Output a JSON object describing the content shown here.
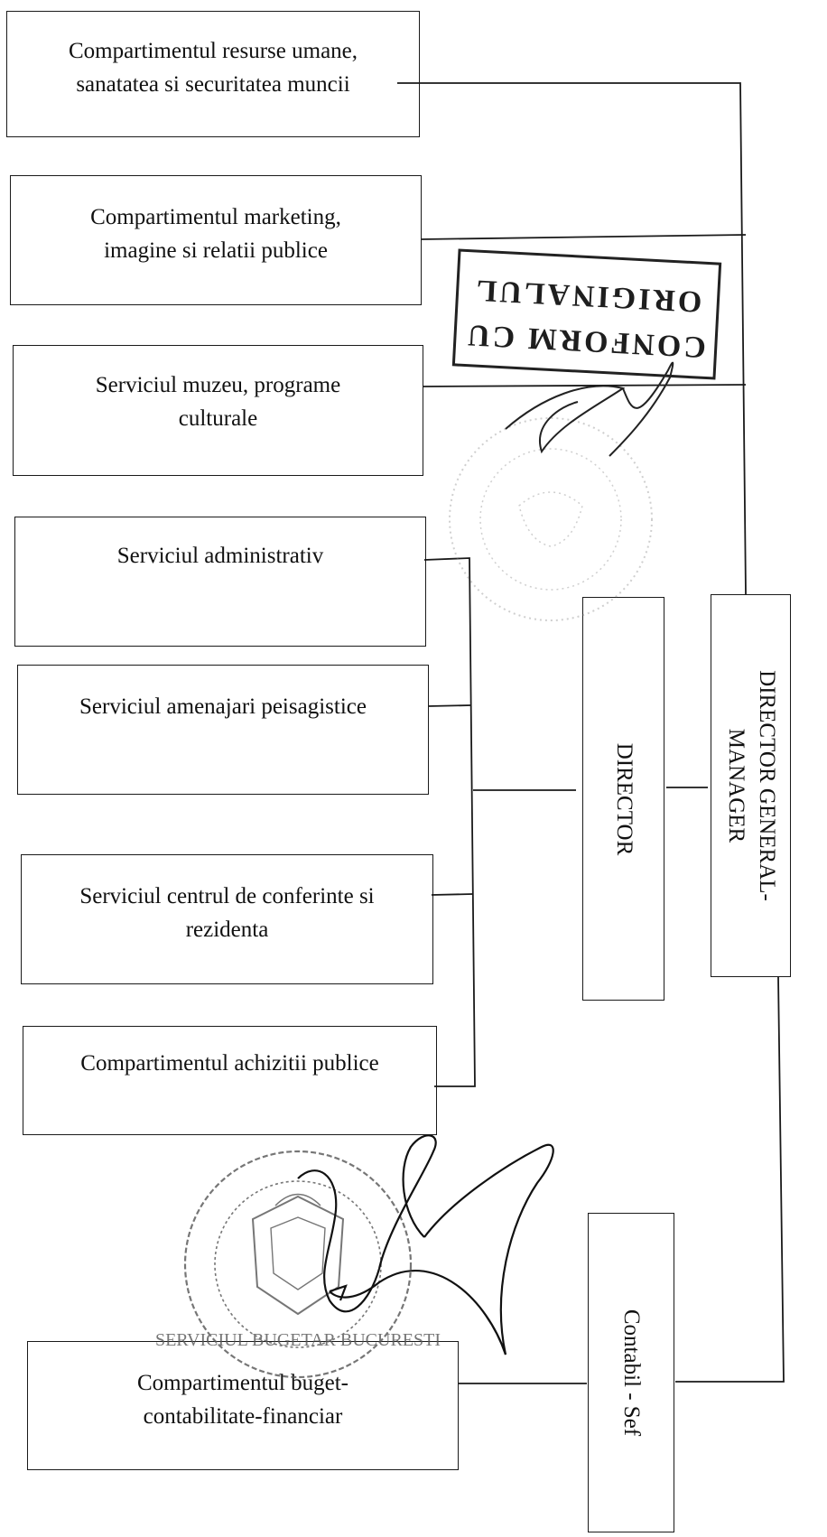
{
  "boxes": {
    "hr": [
      "Compartimentul resurse umane,",
      "sanatatea si securitatea muncii"
    ],
    "marketing": [
      "Compartimentul marketing,",
      "imagine si relatii publice"
    ],
    "museum": [
      "Serviciul muzeu, programe",
      "culturale"
    ],
    "admin": [
      "Serviciul administrativ"
    ],
    "landscape": [
      "Serviciul amenajari peisagistice"
    ],
    "conference": [
      "Serviciul  centrul de conferinte si",
      "rezidenta"
    ],
    "procurement": [
      "Compartimentul achizitii publice"
    ],
    "budget": [
      "Compartimentul buget-",
      "contabilitate-financiar"
    ],
    "director": "DIRECTOR",
    "general_manager": [
      "DIRECTOR GENERAL-",
      "MANAGER"
    ],
    "chief_accountant": "Contabil - Sef"
  },
  "stamp": {
    "line1": "CONFORM CU",
    "line2": "ORIGINALUL"
  },
  "seal": {
    "text": "SERVICIUL BUGETAR BUCURESTI"
  }
}
